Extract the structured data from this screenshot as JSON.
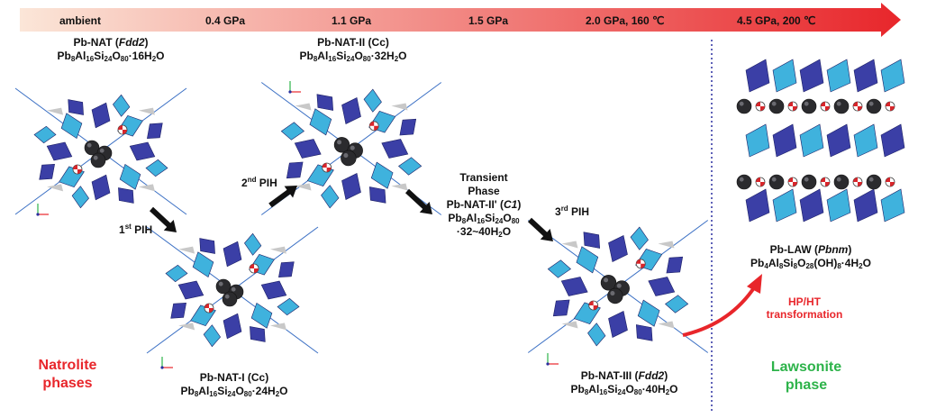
{
  "pressure_bar": {
    "labels": [
      "ambient",
      "0.4 GPa",
      "1.1 GPa",
      "1.5 GPa",
      "2.0 GPa, 160 ℃",
      "4.5 GPa, 200 ℃"
    ],
    "gradient_start": "#fbe6d8",
    "gradient_end": "#e8262b"
  },
  "phases": [
    {
      "id": "pb-nat",
      "name": "Pb-NAT (Fdd2)",
      "formula": "Pb8Al16Si24O80·16H2O"
    },
    {
      "id": "pb-nat-i",
      "name": "Pb-NAT-I (Cc)",
      "formula": "Pb8Al16Si24O80·24H2O"
    },
    {
      "id": "pb-nat-ii",
      "name": "Pb-NAT-II (Cc)",
      "formula": "Pb8Al16Si24O80·32H2O"
    },
    {
      "id": "transient",
      "title_1": "Transient",
      "title_2": "Phase",
      "name": "Pb-NAT-II' (C1)",
      "formula": "Pb8Al16Si24O80",
      "formula_2": "·32~40H2O"
    },
    {
      "id": "pb-nat-iii",
      "name": "Pb-NAT-III (Fdd2)",
      "formula": "Pb8Al16Si24O80·40H2O"
    },
    {
      "id": "pb-law",
      "name": "Pb-LAW (Pbnm)",
      "formula": "Pb4Al8Si8O28(OH)8·4H2O"
    }
  ],
  "transitions": {
    "pih1": "1st PIH",
    "pih2": "2nd PIH",
    "pih3": "3rd PIH",
    "hpht_1": "HP/HT",
    "hpht_2": "transformation"
  },
  "categories": {
    "natrolite_1": "Natrolite",
    "natrolite_2": "phases",
    "lawsonite_1": "Lawsonite",
    "lawsonite_2": "phase"
  },
  "colors": {
    "natrolite": "#e8262b",
    "lawsonite": "#2db34a",
    "hpht": "#e8262b",
    "tetra_dark": "#3b3fa6",
    "tetra_light": "#3fb2dd",
    "divider": "#2a2fa0"
  },
  "icons": [
    "tetrahedron-framework",
    "lead-atom",
    "water-molecule",
    "axis-triad",
    "arrow-right"
  ]
}
